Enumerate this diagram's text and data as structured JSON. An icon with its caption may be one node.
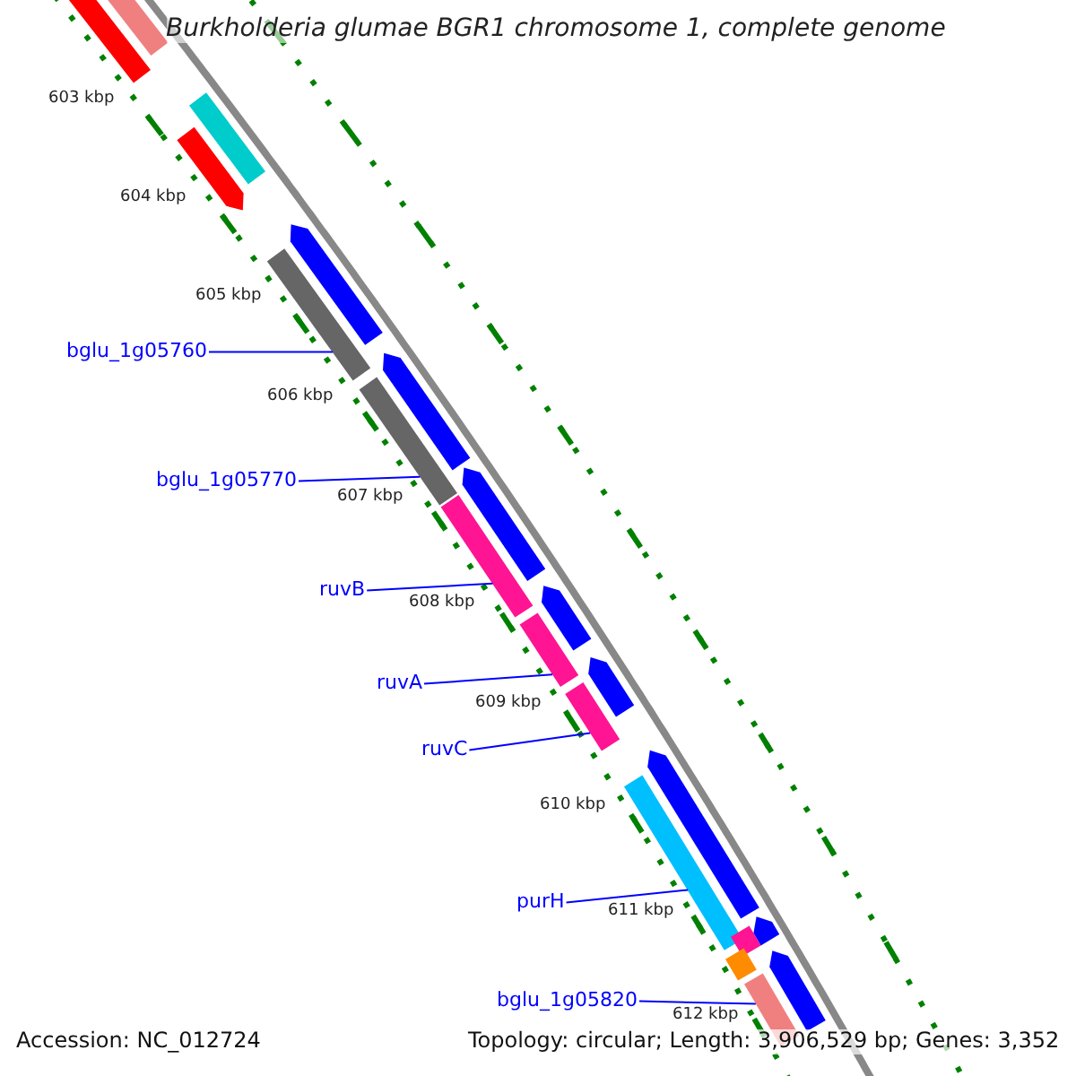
{
  "diagram": {
    "title": "Burkholderia glumae BGR1 chromosome 1, complete genome",
    "nodes": [
      {
        "text": [
          "bglu_1g05760"
        ]
      },
      {
        "text": [],
        "shape": "bar"
      },
      {
        "text": [
          "bglu_1g05770"
        ]
      },
      {
        "text": [],
        "shape": "bar"
      },
      {
        "text": [
          "ruvB"
        ]
      },
      {
        "text": [],
        "shape": "bar"
      },
      {
        "text": [
          "ruvA"
        ]
      },
      {
        "text": [],
        "shape": "bar"
      },
      {
        "text": [
          "ruvC"
        ]
      },
      {
        "text": [],
        "shape": "bar"
      },
      {
        "text": [
          "purH"
        ]
      },
      {
        "text": [],
        "shape": "bar"
      },
      {
        "text": [
          "bglu_1g05820"
        ]
      },
      {
        "text": [],
        "shape": "bar"
      },
      {
        "text": [],
        "shape": "bar"
      },
      {
        "text": [],
        "shape": "bar"
      },
      {
        "text": [],
        "shape": "bar"
      },
      {
        "text": [],
        "shape": "bar"
      },
      {
        "text": [],
        "shape": "bar"
      },
      {
        "text": [],
        "shape": "bar"
      },
      {
        "text": [],
        "shape": "bar"
      },
      {
        "text": [],
        "shape": "bar"
      },
      {
        "text": [],
        "shape": "bar"
      },
      {
        "text": [],
        "shape": "bar"
      },
      {
        "text": [],
        "shape": "bar"
      },
      {
        "text": [],
        "shape": "bar"
      },
      {
        "text": [],
        "shape": "bar"
      },
      {
        "text": [],
        "shape": "bar"
      }
    ],
    "edges": [
      {
        "from": 0,
        "to": 1,
        "arrow": "none"
      },
      {
        "from": 2,
        "to": 3,
        "arrow": "none"
      },
      {
        "from": 4,
        "to": 5,
        "arrow": "none"
      },
      {
        "from": 6,
        "to": 7,
        "arrow": "none"
      },
      {
        "from": 8,
        "to": 9,
        "arrow": "none"
      },
      {
        "from": 10,
        "to": 11,
        "arrow": "none"
      },
      {
        "from": 12,
        "to": 13,
        "arrow": "none"
      }
    ],
    "labels": [
      "603 kbp",
      "604 kbp",
      "605 kbp",
      "606 kbp",
      "607 kbp",
      "608 kbp",
      "609 kbp",
      "610 kbp",
      "611 kbp",
      "612 kbp",
      "Accession: NC_012724",
      "Topology: circular; Length: 3,906,529 bp; Genes: 3,352"
    ]
  }
}
